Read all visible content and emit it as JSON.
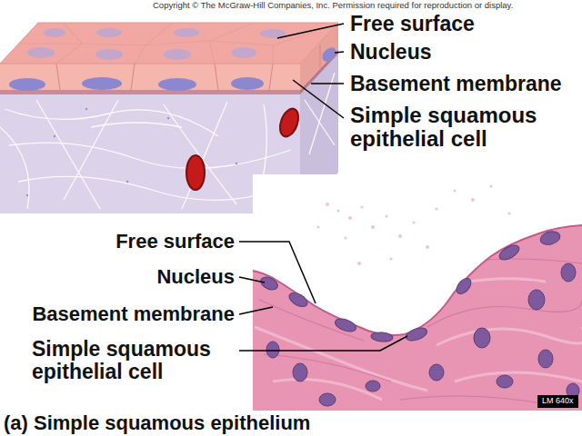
{
  "diagram": {
    "caption": "(a) Simple squamous epithelium",
    "nodes": [
      {
        "text": [
          "LM 640x"
        ]
      }
    ],
    "labels": [
      "Copyright © The McGraw-Hill Companies, Inc. Permission required for reproduction or display.",
      "Free surface",
      "Nucleus",
      "Basement membrane",
      "Simple squamous epithelial cell",
      "Free surface",
      "Nucleus",
      "Basement membrane",
      "Simple squamous epithelial cell"
    ]
  }
}
